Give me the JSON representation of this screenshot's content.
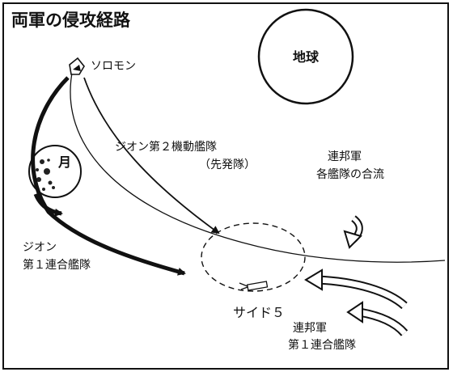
{
  "title": "両軍の侵攻経路",
  "labels": {
    "earth": "地球",
    "moon": "月",
    "solomon": "ソロモン",
    "zeon_fleet2_line1": "ジオン第２機動艦隊",
    "zeon_fleet2_line2": "（先発隊）",
    "fed_merge_line1": "連邦軍",
    "fed_merge_line2": "各艦隊の合流",
    "zeon_fleet1_line1": "ジオン",
    "zeon_fleet1_line2": "第１連合艦隊",
    "side5": "サイド５",
    "fed_fleet1_line1": "連邦軍",
    "fed_fleet1_line2": "第１連合艦隊"
  },
  "colors": {
    "ink": "#111111",
    "paper": "#ffffff"
  },
  "icons": [
    "solomon-fortress-icon",
    "side5-colony-icon"
  ]
}
